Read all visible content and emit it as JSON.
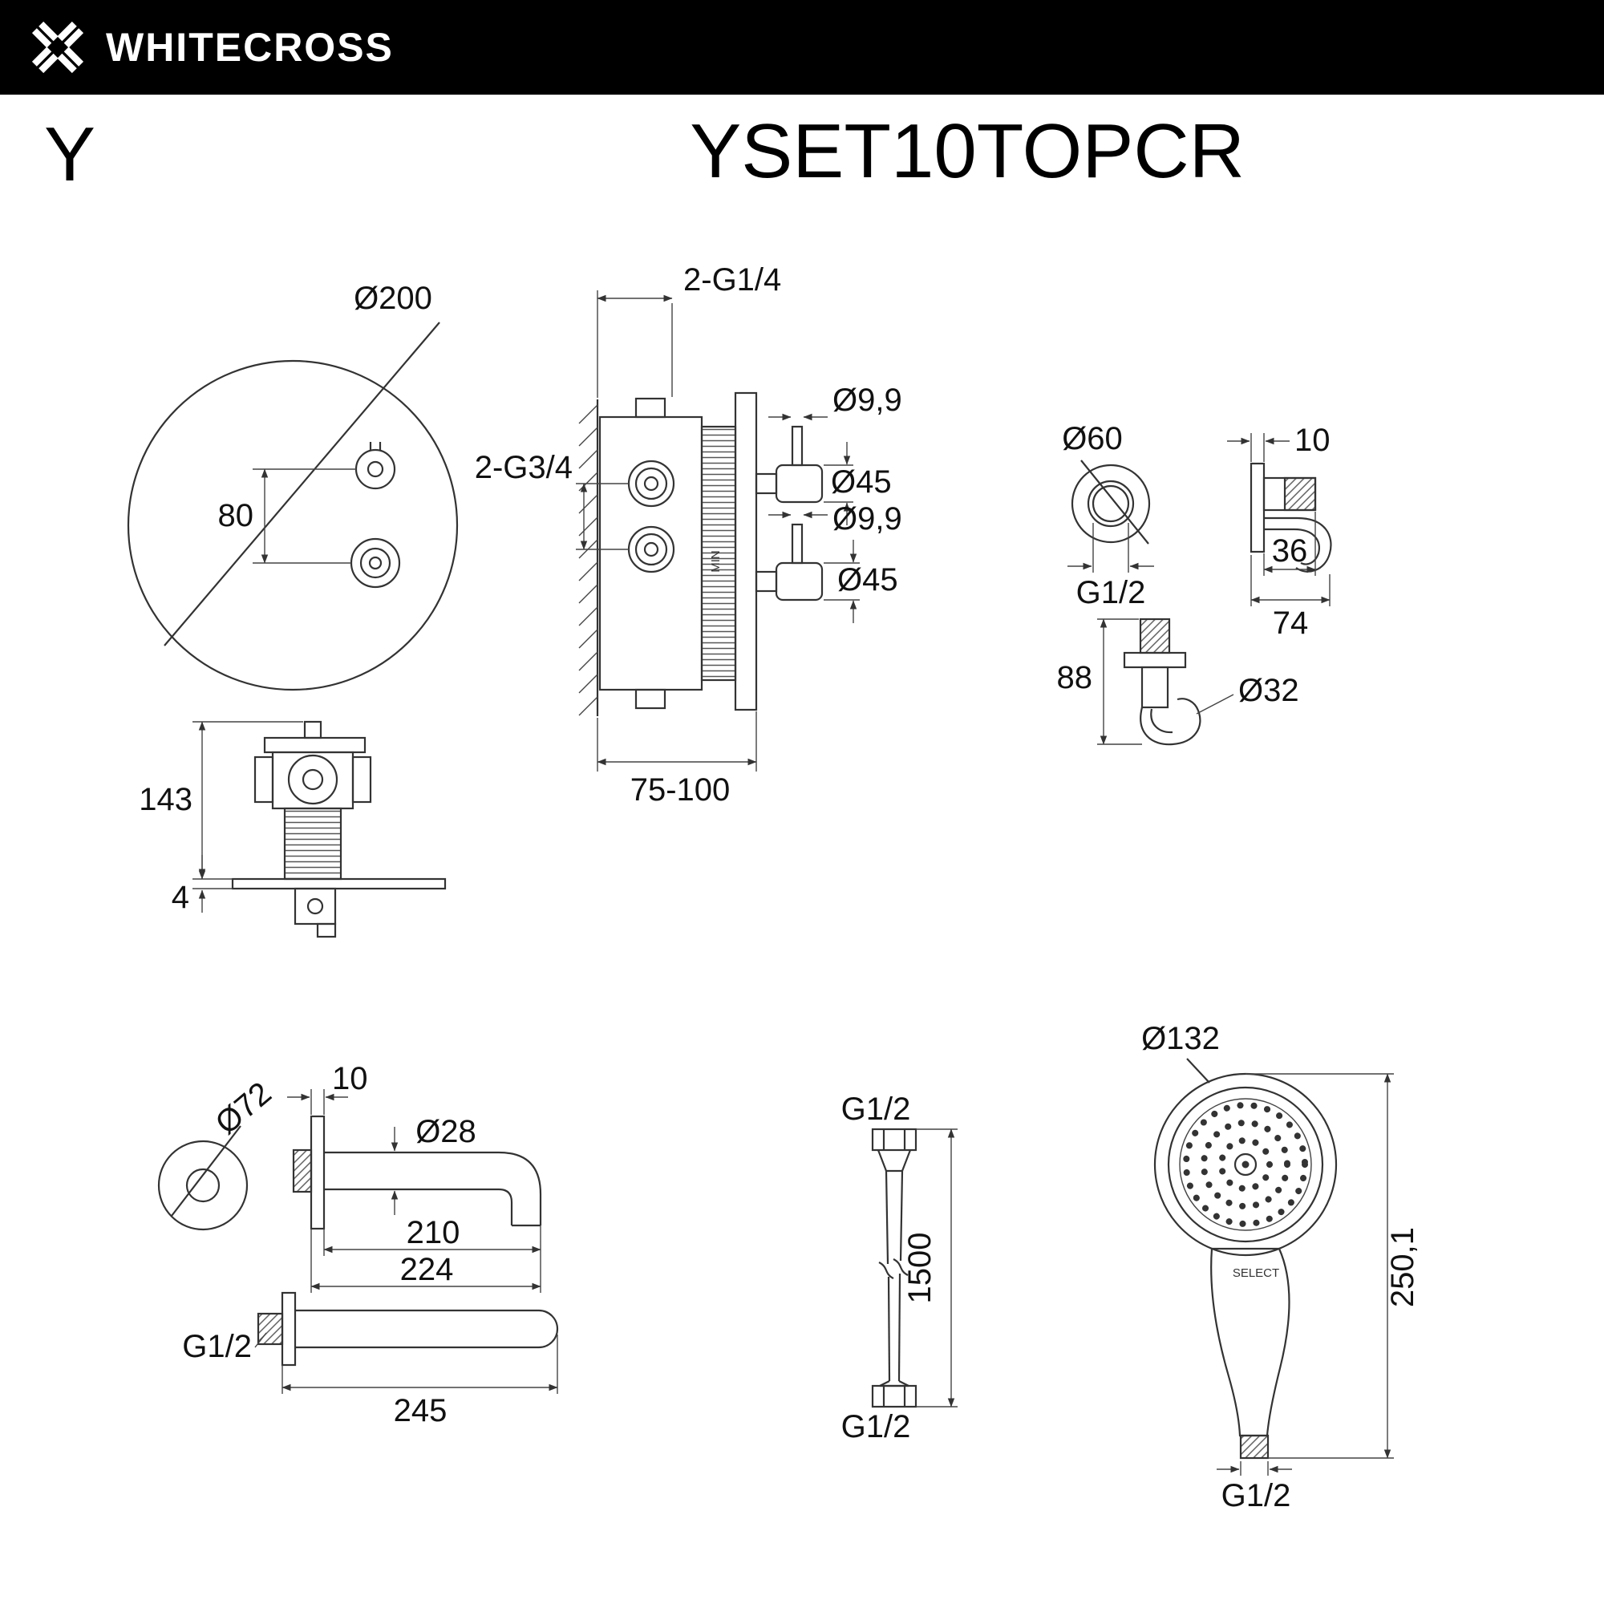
{
  "header": {
    "brand": "WHITECROSS"
  },
  "titles": {
    "series": "Y",
    "model": "YSET10TOPCR"
  },
  "colors": {
    "header_bg": "#000000",
    "line_color": "#333333",
    "text_color": "#111111"
  },
  "drawings": {
    "trim_plate": {
      "diameter": "Ø200",
      "handle_spacing": "80"
    },
    "valve": {
      "top_ports": "2-G1/4",
      "side_ports": "2-G3/4",
      "stem_top": "Ø9,9",
      "handle_top": "Ø45",
      "stem_bottom": "Ø9,9",
      "handle_bottom": "Ø45",
      "depth": "75-100",
      "min": "MIN"
    },
    "outlet": {
      "face": "Ø60",
      "plate": "10",
      "thread": "G1/2",
      "stub": "36",
      "depth": "74",
      "height": "88",
      "holder": "Ø32"
    },
    "rough_body": {
      "height": "143",
      "plate": "4"
    },
    "spout": {
      "flange": "Ø72",
      "plate": "10",
      "pipe": "Ø28",
      "reach": "210",
      "reach_total": "224",
      "thread": "G1/2",
      "length": "245"
    },
    "hose": {
      "thread_top": "G1/2",
      "length": "1500",
      "thread_bottom": "G1/2"
    },
    "hand_shower": {
      "head": "Ø132",
      "length": "250,1",
      "thread": "G1/2",
      "select": "SELECT"
    }
  }
}
